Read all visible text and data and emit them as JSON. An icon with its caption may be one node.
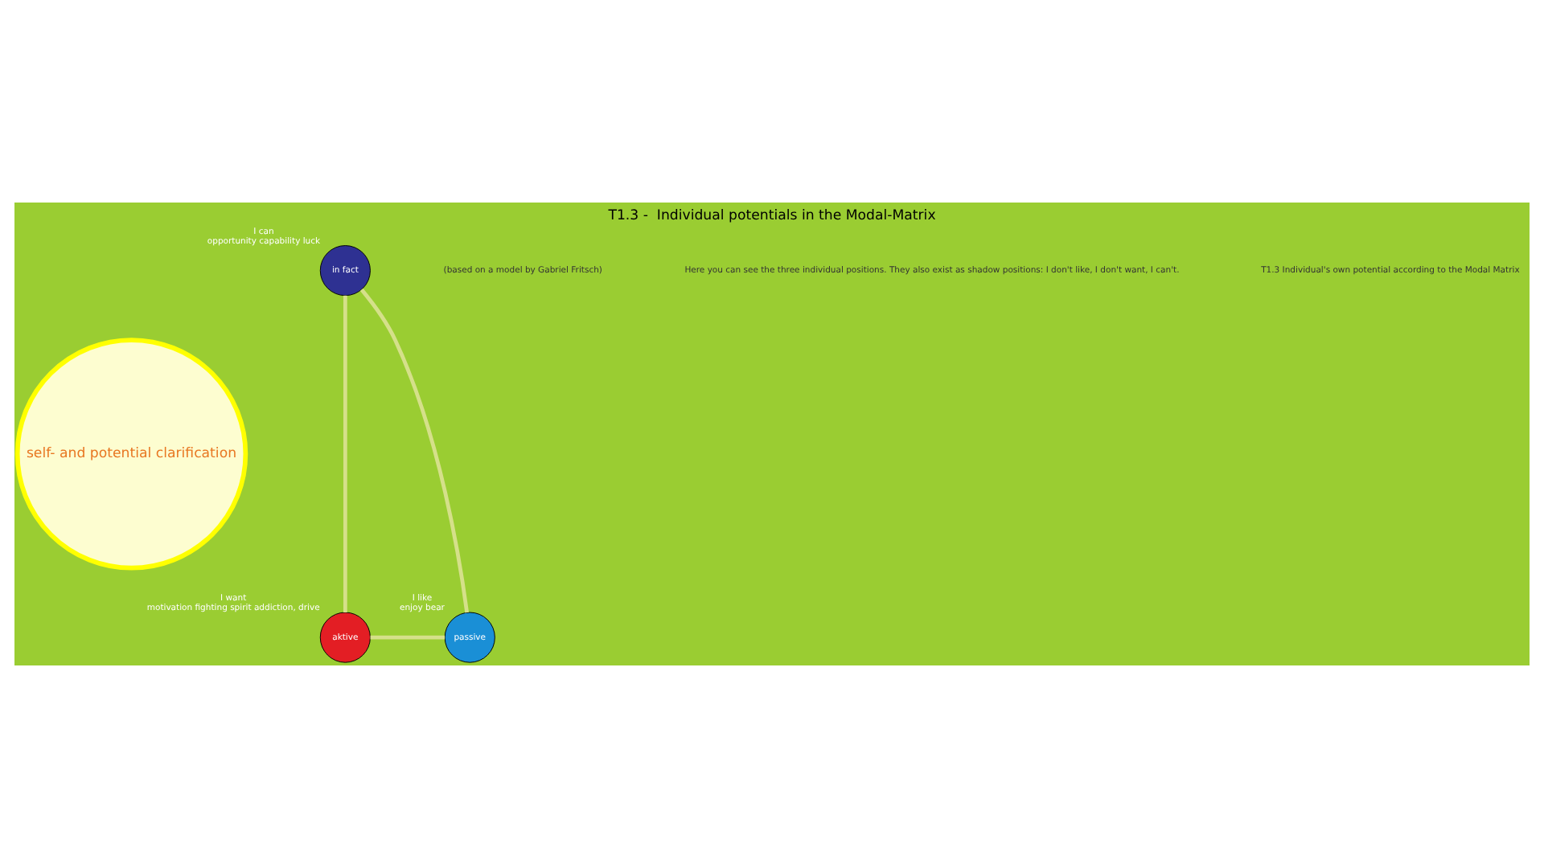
{
  "diagram": {
    "title": "T1.3 -  Individual potentials in the Modal-Matrix",
    "nodes": [
      {
        "text": [
          "in fact"
        ],
        "beside": [
          "I can",
          "opportunity capability luck"
        ]
      },
      {
        "text": [
          "self- and potential clarification"
        ]
      },
      {
        "text": [
          "aktive"
        ],
        "beside": [
          "I want",
          "motivation fighting spirit addiction, drive"
        ]
      },
      {
        "text": [
          "passive"
        ],
        "beside": [
          "I like",
          "enjoy bear"
        ]
      }
    ],
    "edges": [
      {
        "from": 0,
        "to": 2,
        "arrow": "none"
      },
      {
        "from": 2,
        "to": 3,
        "arrow": "none"
      },
      {
        "from": 3,
        "to": 0,
        "arrow": "none"
      }
    ],
    "labels": [
      "(based on a model by Gabriel Fritsch)",
      "Here you can see the three individual positions. They also exist as shadow positions: I don't like, I don't want, I can't.",
      "T1.3 Individual's own potential according to the Modal Matrix"
    ]
  }
}
